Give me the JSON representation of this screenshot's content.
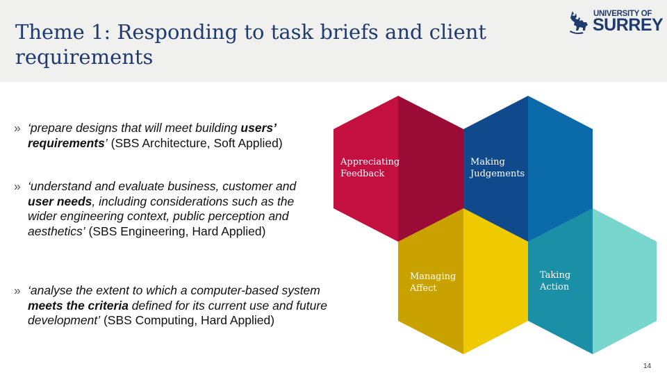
{
  "slide": {
    "title": "Theme 1: Responding to task briefs and client requirements",
    "page_number": "14"
  },
  "logo": {
    "line1": "UNIVERSITY OF",
    "line2": "SURREY"
  },
  "bullets": [
    {
      "marker": "»",
      "before": "‘prepare designs that will meet building ",
      "bold": "users’ requirements",
      "after": "’",
      "source": " (SBS Architecture, Soft Applied)"
    },
    {
      "marker": "»",
      "before": "‘understand and evaluate business, customer and ",
      "bold": "user needs",
      "after": ", including considerations such as the wider engineering context, public perception and aesthetics’",
      "source": " (SBS Engineering, Hard Applied)"
    },
    {
      "marker": "»",
      "before": "‘analyse the extent to which a computer-based system ",
      "bold": "meets the criteria",
      "after": " defined for its current use and future development’",
      "source": " (SBS Computing, Hard Applied)"
    }
  ],
  "hexagons": [
    {
      "label_line1": "Appreciating",
      "label_line2": "Feedback",
      "color": "#c41040"
    },
    {
      "label_line1": "Making",
      "label_line2": "Judgements",
      "color": "#114a8c"
    },
    {
      "label_line1": "Managing",
      "label_line2": "Affect",
      "color": "#d9b000"
    },
    {
      "label_line1": "Taking",
      "label_line2": "Action",
      "color": "#1a8fa6"
    }
  ],
  "colors": {
    "title": "#1f3a6e",
    "header_bg": "#f0f0ef",
    "crimson": "#c41040",
    "navy": "#114a8c",
    "gold": "#d9b000",
    "teal": "#1a8fa6",
    "mint": "#79d6cf"
  }
}
